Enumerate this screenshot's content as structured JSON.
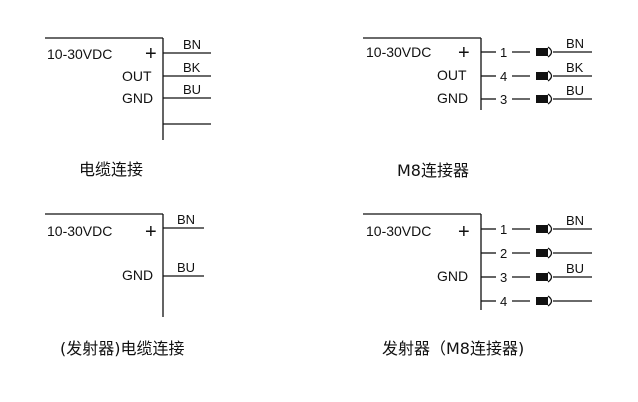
{
  "diagrams": [
    {
      "caption": "电缆连接",
      "supply": "10-30VDC",
      "plus": "+",
      "terminals": [
        {
          "label": "",
          "wire": "BN"
        },
        {
          "label": "OUT",
          "wire": "BK"
        },
        {
          "label": "GND",
          "wire": "BU"
        },
        {
          "label": "",
          "wire": ""
        }
      ]
    },
    {
      "caption": "M8连接器",
      "supply": "10-30VDC",
      "plus": "+",
      "terminals": [
        {
          "label": "",
          "pin": "1",
          "wire": "BN"
        },
        {
          "label": "OUT",
          "pin": "4",
          "wire": "BK"
        },
        {
          "label": "GND",
          "pin": "3",
          "wire": "BU"
        }
      ]
    },
    {
      "caption": "(发射器)电缆连接",
      "supply": "10-30VDC",
      "plus": "+",
      "terminals": [
        {
          "label": "",
          "wire": "BN"
        },
        {
          "label": "GND",
          "wire": "BU"
        }
      ]
    },
    {
      "caption": "发射器（M8连接器)",
      "supply": "10-30VDC",
      "plus": "+",
      "terminals": [
        {
          "label": "",
          "pin": "1",
          "wire": "BN"
        },
        {
          "label": "",
          "pin": "2",
          "wire": ""
        },
        {
          "label": "GND",
          "pin": "3",
          "wire": "BU"
        },
        {
          "label": "",
          "pin": "4",
          "wire": ""
        }
      ]
    }
  ]
}
